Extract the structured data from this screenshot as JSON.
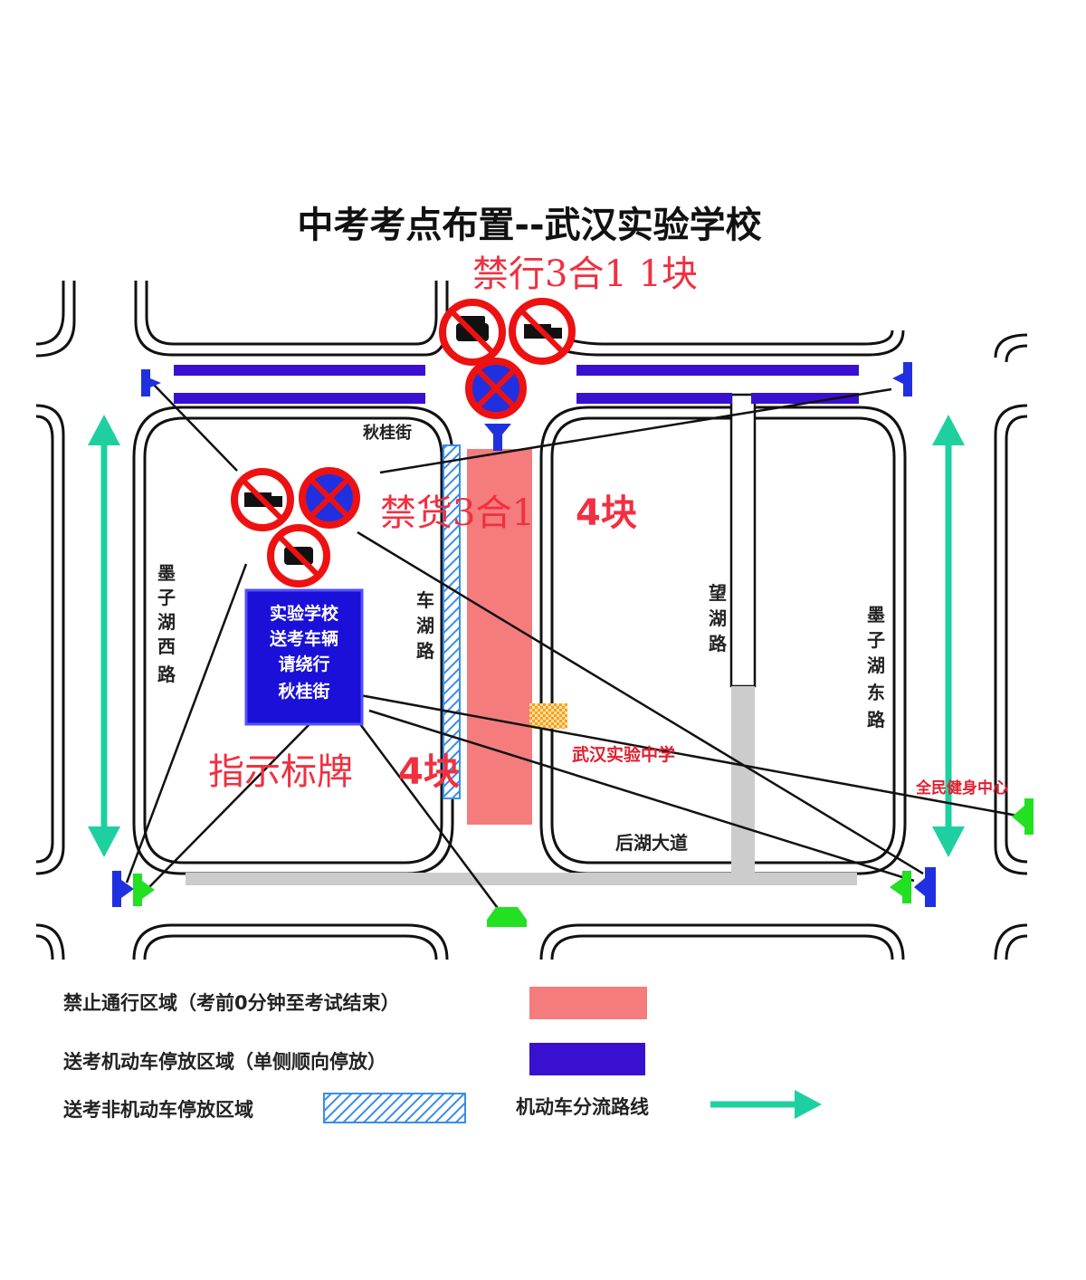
{
  "title": "中考考点布置--武汉实验学校",
  "labels": {
    "no_entry_signs": "禁行3合1 1块",
    "no_truck_signs_text": "禁货3合1",
    "no_truck_signs_count": "4块",
    "guide_signs_text": "指示标牌",
    "guide_signs_count": "4块",
    "school": "武汉实验中学",
    "fitness_center": "全民健身中心"
  },
  "roads": {
    "north_street": "秋桂街",
    "west_road": [
      "墨",
      "子",
      "湖",
      "西",
      "路"
    ],
    "middle_road": [
      "车",
      "湖",
      "路"
    ],
    "wang_road": [
      "望",
      "湖",
      "路"
    ],
    "east_road": [
      "墨",
      "子",
      "湖",
      "东",
      "路"
    ],
    "south_avenue": "后湖大道"
  },
  "guide_sign": {
    "lines": [
      "实验学校",
      "送考车辆",
      "请绕行",
      "秋桂街"
    ]
  },
  "legend": {
    "closed_area": "禁止通行区域（考前0分钟至考试结束）",
    "motor_parking": "送考机动车停放区域（单侧顺向停放）",
    "non_motor_parking": "送考非机动车停放区域",
    "detour_route": "机动车分流路线"
  },
  "colors": {
    "closed_area": "#f47c7c",
    "motor_parking": "#3a10d0",
    "non_motor_parking": "#3a8de8",
    "detour_route": "#1ed0a0",
    "sign_red": "#ee1111",
    "sign_panel": "#1a10d8",
    "marker_green": "#22e022",
    "marker_blue": "#2030e0"
  },
  "icons": [
    "no-entry-sign-icon",
    "no-truck-sign-icon",
    "no-parking-sign-icon",
    "guide-sign-icon",
    "marker-icon",
    "arrow-icon"
  ]
}
